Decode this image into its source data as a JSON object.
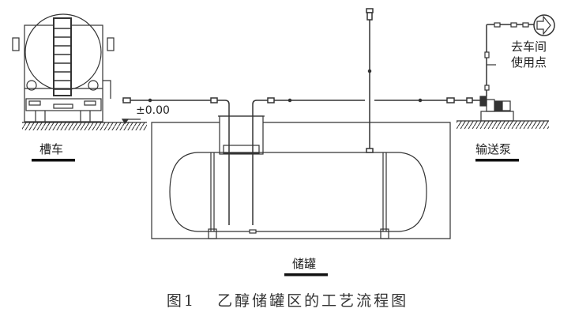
{
  "labels": {
    "tanker": "槽车",
    "pump": "输送泵",
    "storage_tank": "储罐",
    "destination_line1": "去车间",
    "destination_line2": "使用点",
    "elevation": "±0.00"
  },
  "caption": {
    "figure_no": "图1",
    "title": "乙醇储罐区的工艺流程图"
  }
}
